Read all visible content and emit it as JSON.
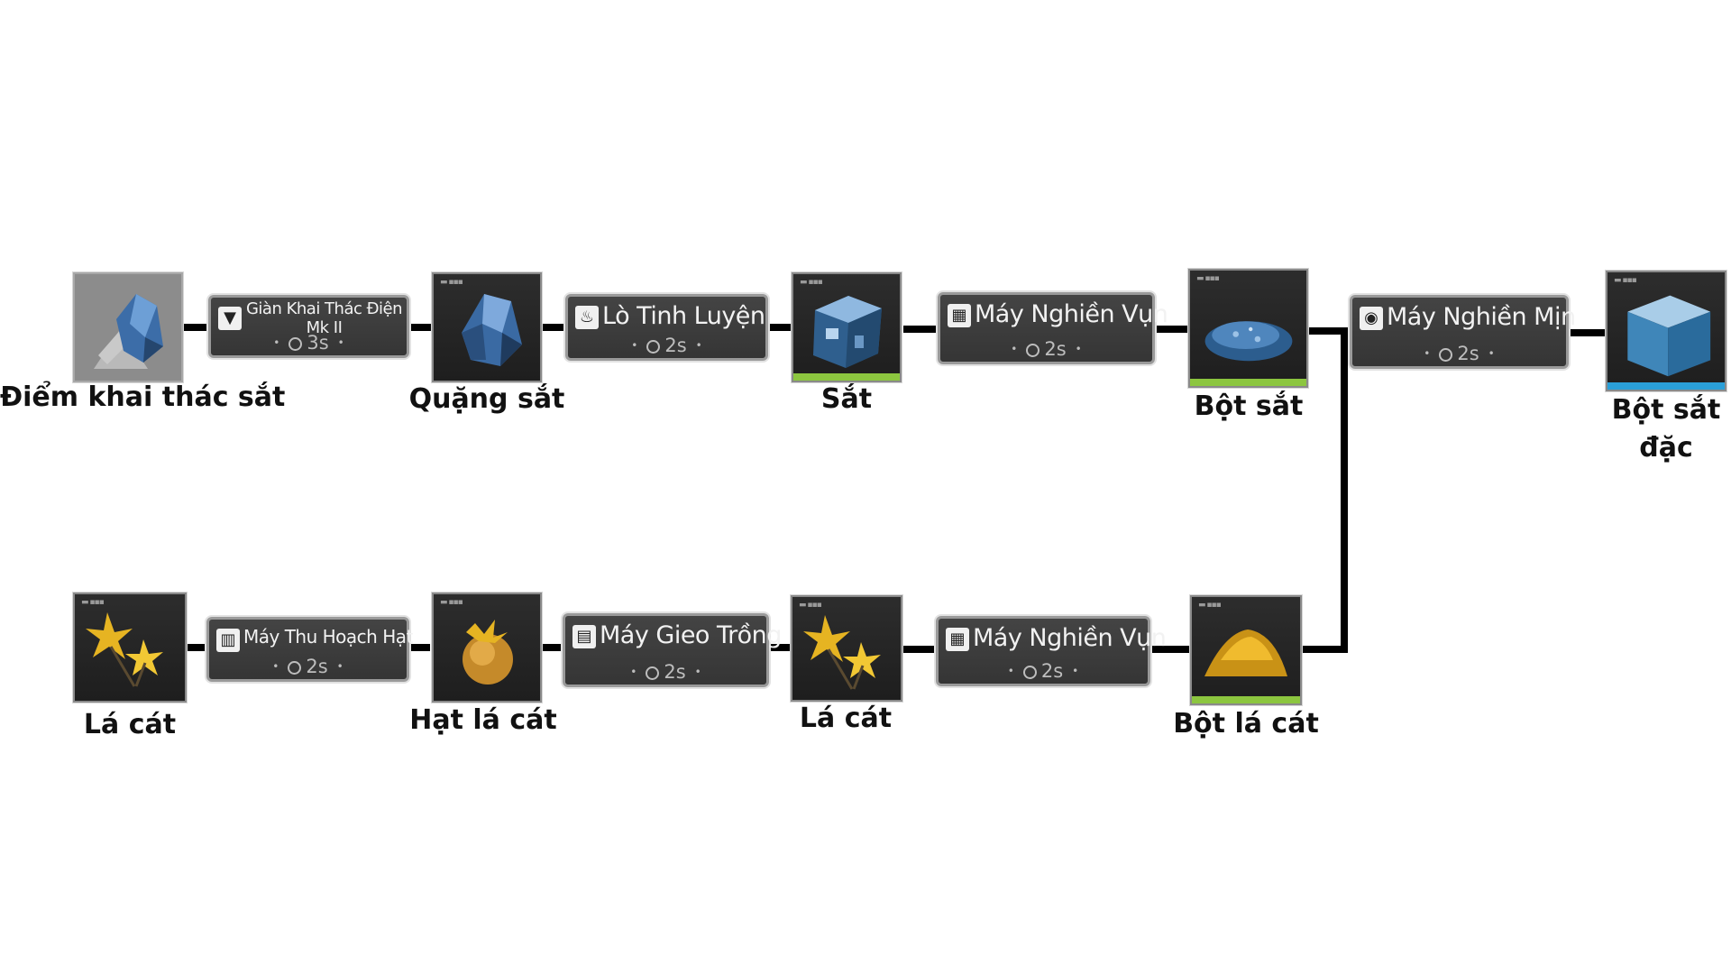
{
  "colors": {
    "line": "#000000",
    "bar_green": "#8cc63f",
    "bar_blue": "#2a9fd8",
    "iron_blue": "#4d7fb8",
    "sand_yellow": "#e6b422"
  },
  "items": {
    "iron_deposit": {
      "label": "Điểm khai thác sắt",
      "icon": "iron-ore-deposit-icon"
    },
    "iron_ore": {
      "label": "Quặng sắt",
      "icon": "iron-ore-icon"
    },
    "iron": {
      "label": "Sắt",
      "icon": "iron-nugget-icon"
    },
    "iron_powder": {
      "label": "Bột sắt",
      "icon": "iron-powder-icon"
    },
    "dense_iron_powder": {
      "label": "Bột sắt\nđặc",
      "icon": "dense-iron-cube-icon"
    },
    "sandleaf_1": {
      "label": "Lá cát",
      "icon": "sandleaf-plant-icon"
    },
    "sandleaf_seed": {
      "label": "Hạt lá cát",
      "icon": "sandleaf-seed-icon"
    },
    "sandleaf_2": {
      "label": "Lá cát",
      "icon": "sandleaf-plant-icon"
    },
    "sandleaf_powder": {
      "label": "Bột lá cát",
      "icon": "sandleaf-powder-icon"
    }
  },
  "machines": {
    "drill": {
      "name": "Giàn Khai Thác Điện Mk II",
      "time": "3s",
      "icon": "drill-rig-icon"
    },
    "refinery": {
      "name": "Lò Tinh Luyện",
      "time": "2s",
      "icon": "refining-furnace-icon"
    },
    "shredder_top": {
      "name": "Máy Nghiền Vụn",
      "time": "2s",
      "icon": "shredder-icon"
    },
    "grinder": {
      "name": "Máy Nghiền Mịn",
      "time": "2s",
      "icon": "grinder-icon"
    },
    "seed_picker": {
      "name": "Máy Thu Hoạch Hạt",
      "time": "2s",
      "icon": "seed-harvester-icon"
    },
    "planter": {
      "name": "Máy Gieo Trồng",
      "time": "2s",
      "icon": "planter-icon"
    },
    "shredder_bottom": {
      "name": "Máy Nghiền Vụn",
      "time": "2s",
      "icon": "shredder-icon"
    }
  }
}
